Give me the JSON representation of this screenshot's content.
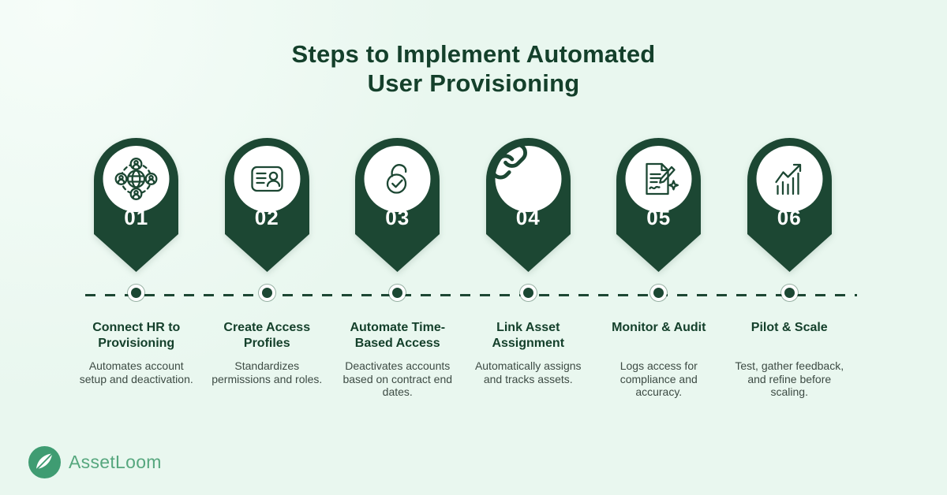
{
  "title": {
    "line1": "Steps to Implement Automated",
    "line2": "User Provisioning"
  },
  "colors": {
    "background": "#e9f7ef",
    "pin": "#1c4733",
    "title_text": "#14402b",
    "description_text": "#3d4b44",
    "timeline": "#1c4733",
    "logo_green": "#3f9c72",
    "logo_text": "#56a77e"
  },
  "steps": [
    {
      "number": "01",
      "icon": "user-network-icon",
      "title": "Connect HR to Provisioning",
      "description": "Automates account setup and deactivation."
    },
    {
      "number": "02",
      "icon": "id-card-icon",
      "title": "Create Access Profiles",
      "description": "Standardizes permissions and roles."
    },
    {
      "number": "03",
      "icon": "unlock-check-icon",
      "title": "Automate Time-Based Access",
      "description": "Deactivates accounts based on contract end dates."
    },
    {
      "number": "04",
      "icon": "link-icon",
      "title": "Link Asset Assignment",
      "description": "Automatically assigns and tracks assets."
    },
    {
      "number": "05",
      "icon": "document-signature-icon",
      "title": "Monitor & Audit",
      "description": "Logs access for compliance and accuracy."
    },
    {
      "number": "06",
      "icon": "growth-chart-icon",
      "title": "Pilot & Scale",
      "description": "Test, gather feedback, and refine before scaling."
    }
  ],
  "footer": {
    "brand": "AssetLoom"
  }
}
